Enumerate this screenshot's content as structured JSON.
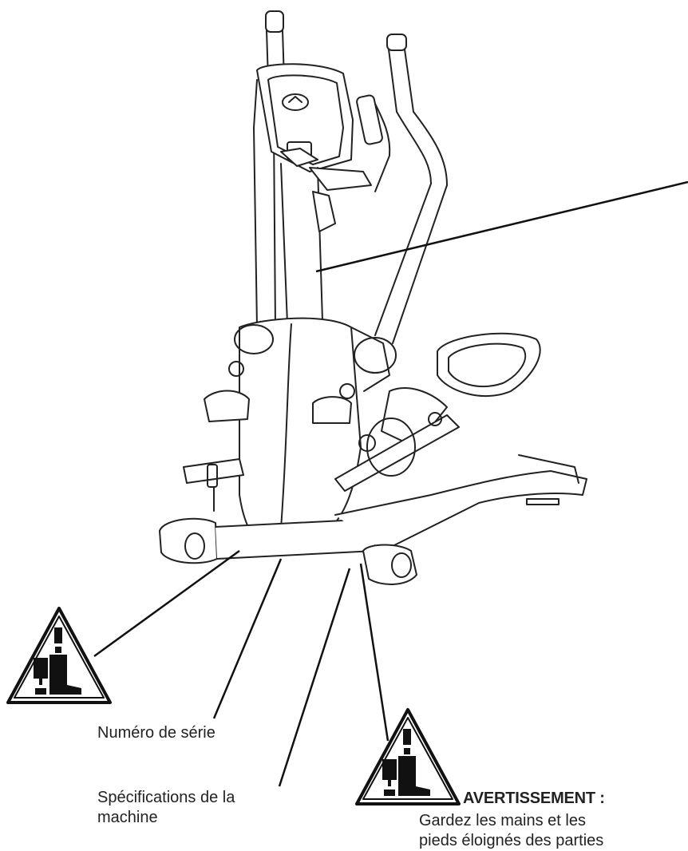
{
  "labels": {
    "serial_number": "Numéro de série",
    "specifications_line1": "Spécifications de la",
    "specifications_line2": "machine",
    "warning_title": "AVERTISSEMENT :",
    "warning_text_line1": "Gardez les mains et les",
    "warning_text_line2": "pieds éloignés des parties"
  },
  "icons": {
    "warning_left": "crush-hazard-warning-icon",
    "warning_right": "crush-hazard-warning-icon"
  },
  "colors": {
    "ink": "#1a1a1a",
    "background": "#ffffff"
  }
}
